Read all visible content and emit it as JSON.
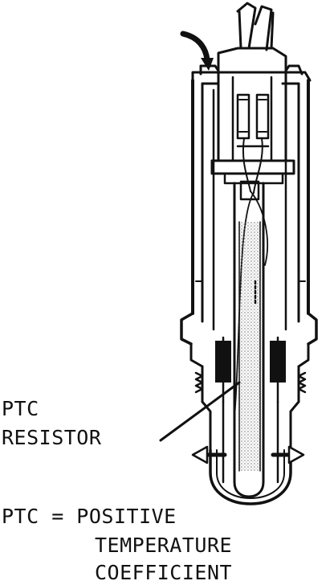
{
  "callout": {
    "line1": "PTC",
    "line2": "RESISTOR"
  },
  "legend": {
    "line1": "PTC = POSITIVE",
    "line2": "TEMPERATURE",
    "line3": "COEFFICIENT"
  },
  "colors": {
    "ink": "#111111",
    "paper": "#ffffff",
    "stipple": "#9a9a9a"
  }
}
